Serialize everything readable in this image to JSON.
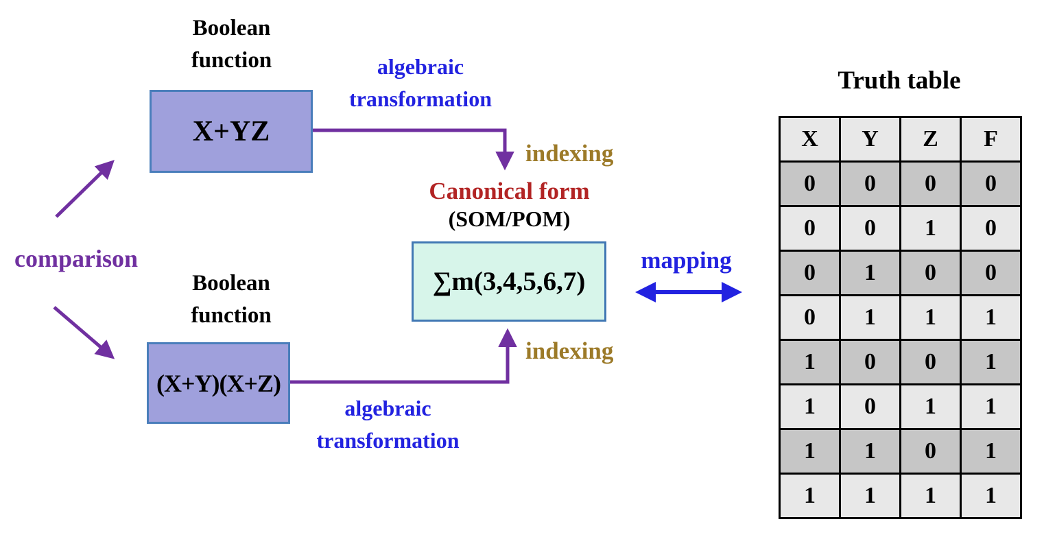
{
  "colors": {
    "arrow_purple": "#7030A0",
    "text_blue": "#2222E0",
    "text_gold": "#9C7A28",
    "text_dark_red": "#B22424",
    "function_box_fill": "#9FA0DC",
    "function_box_border": "#4A7EBB",
    "canonical_box_fill": "#D7F5EA",
    "canonical_box_border": "#4178B4",
    "table_row_light": "#E8E8E8",
    "table_row_dark": "#C6C6C6"
  },
  "left": {
    "comparison_label": "comparison",
    "function1": {
      "title_line1": "Boolean",
      "title_line2": "function",
      "expression": "X+YZ"
    },
    "function2": {
      "title_line1": "Boolean",
      "title_line2": "function",
      "expression": "(X+Y)(X+Z)"
    }
  },
  "center": {
    "transformation_top": {
      "line1": "algebraic",
      "line2": "transformation"
    },
    "transformation_bottom": {
      "line1": "algebraic",
      "line2": "transformation"
    },
    "indexing_top": "indexing",
    "indexing_bottom": "indexing",
    "canonical_title": "Canonical form",
    "canonical_subtitle": "(SOM/POM)",
    "canonical_expression": "∑m(3,4,5,6,7)",
    "mapping_label": "mapping"
  },
  "truth_table": {
    "title": "Truth table",
    "headers": [
      "X",
      "Y",
      "Z",
      "F"
    ],
    "rows": [
      [
        "0",
        "0",
        "0",
        "0"
      ],
      [
        "0",
        "0",
        "1",
        "0"
      ],
      [
        "0",
        "1",
        "0",
        "0"
      ],
      [
        "0",
        "1",
        "1",
        "1"
      ],
      [
        "1",
        "0",
        "0",
        "1"
      ],
      [
        "1",
        "0",
        "1",
        "1"
      ],
      [
        "1",
        "1",
        "0",
        "1"
      ],
      [
        "1",
        "1",
        "1",
        "1"
      ]
    ]
  }
}
